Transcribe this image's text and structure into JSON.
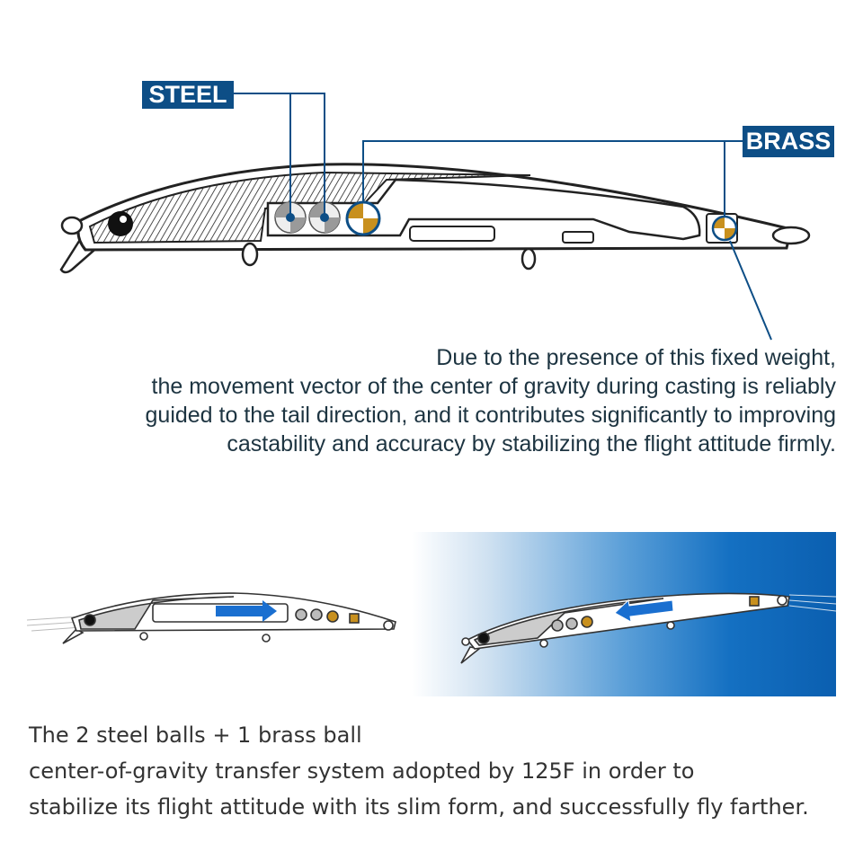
{
  "labels": {
    "steel": "STEEL",
    "brass": "BRASS"
  },
  "description": [
    "Due to the presence of this fixed weight,",
    "the movement vector of the center of gravity during casting is reliably",
    "guided to the tail direction, and it contributes significantly to improving",
    "castability and accuracy by stabilizing the flight attitude firmly."
  ],
  "caption": [
    "The 2 steel balls + 1 brass ball",
    "center-of-gravity transfer system adopted by 125F in order to",
    "stabilize its flight attitude with its slim form, and successfully fly farther."
  ],
  "colors": {
    "label_bg": "#0d4e86",
    "leader_line": "#0d4e86",
    "brass": "#c8901e",
    "steel": "#9a9a9a",
    "arrow": "#1a6fd0"
  }
}
